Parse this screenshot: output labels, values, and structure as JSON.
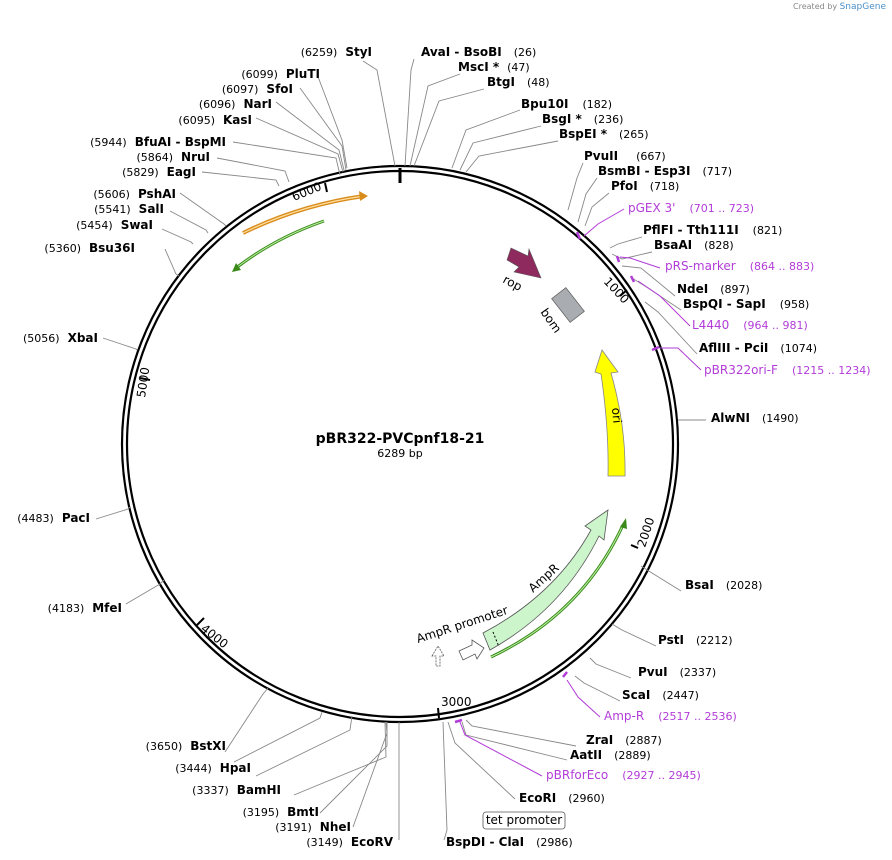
{
  "credit": {
    "prefix": "Created by",
    "brand": "SnapGene"
  },
  "plasmid": {
    "name": "pBR322-PVCpnf18-21",
    "length": "6289 bp"
  },
  "ticks": [
    "1000",
    "2000",
    "3000",
    "4000",
    "5000",
    "6000"
  ],
  "features": [
    {
      "name": "rop",
      "kind": "rop"
    },
    {
      "name": "bom",
      "kind": "bom"
    },
    {
      "name": "ori",
      "kind": "ori"
    },
    {
      "name": "AmpR",
      "kind": "ampr"
    },
    {
      "name": "AmpR promoter",
      "kind": "ampprom"
    },
    {
      "name": "tet promoter",
      "kind": "tetprom"
    }
  ],
  "sites": [
    {
      "label": "StyI",
      "pos": "(6259)"
    },
    {
      "label": "AvaI  - BsoBI",
      "pos": "(26)"
    },
    {
      "label": "MscI *",
      "pos": "(47)"
    },
    {
      "label": "BtgI",
      "pos": "(48)"
    },
    {
      "label": "Bpu10I",
      "pos": "(182)"
    },
    {
      "label": "BsgI *",
      "pos": "(236)"
    },
    {
      "label": "BspEI *",
      "pos": "(265)"
    },
    {
      "label": "PvuII",
      "pos": "(667)"
    },
    {
      "label": "BsmBI  - Esp3I",
      "pos": "(717)"
    },
    {
      "label": "PfoI",
      "pos": "(718)"
    },
    {
      "label": "PflFI  - Tth111I",
      "pos": "(821)"
    },
    {
      "label": "BsaAI",
      "pos": "(828)"
    },
    {
      "label": "NdeI",
      "pos": "(897)"
    },
    {
      "label": "BspQI  - SapI",
      "pos": "(958)"
    },
    {
      "label": "AflIII  - PciI",
      "pos": "(1074)"
    },
    {
      "label": "AlwNI",
      "pos": "(1490)"
    },
    {
      "label": "BsaI",
      "pos": "(2028)"
    },
    {
      "label": "PstI",
      "pos": "(2212)"
    },
    {
      "label": "PvuI",
      "pos": "(2337)"
    },
    {
      "label": "ScaI",
      "pos": "(2447)"
    },
    {
      "label": "ZraI",
      "pos": "(2887)"
    },
    {
      "label": "AatII",
      "pos": "(2889)"
    },
    {
      "label": "EcoRI",
      "pos": "(2960)"
    },
    {
      "label": "BspDI  - ClaI",
      "pos": "(2986)"
    },
    {
      "label": "EcoRV",
      "pos": "(3149)"
    },
    {
      "label": "NheI",
      "pos": "(3191)"
    },
    {
      "label": "BmtI",
      "pos": "(3195)"
    },
    {
      "label": "BamHI",
      "pos": "(3337)"
    },
    {
      "label": "HpaI",
      "pos": "(3444)"
    },
    {
      "label": "BstXI",
      "pos": "(3650)"
    },
    {
      "label": "MfeI",
      "pos": "(4183)"
    },
    {
      "label": "PacI",
      "pos": "(4483)"
    },
    {
      "label": "XbaI",
      "pos": "(5056)"
    },
    {
      "label": "Bsu36I",
      "pos": "(5360)"
    },
    {
      "label": "SwaI",
      "pos": "(5454)"
    },
    {
      "label": "SalI",
      "pos": "(5541)"
    },
    {
      "label": "PshAI",
      "pos": "(5606)"
    },
    {
      "label": "EagI",
      "pos": "(5829)"
    },
    {
      "label": "NruI",
      "pos": "(5864)"
    },
    {
      "label": "BfuAI  - BspMI",
      "pos": "(5944)"
    },
    {
      "label": "KasI",
      "pos": "(6095)"
    },
    {
      "label": "NarI",
      "pos": "(6096)"
    },
    {
      "label": "SfoI",
      "pos": "(6097)"
    },
    {
      "label": "PluTI",
      "pos": "(6099)"
    }
  ],
  "primers": [
    {
      "label": "pGEX 3'",
      "pos": "(701 .. 723)"
    },
    {
      "label": "pRS-marker",
      "pos": "(864 .. 883)"
    },
    {
      "label": "L4440",
      "pos": "(964 .. 981)"
    },
    {
      "label": "pBR322ori-F",
      "pos": "(1215 .. 1234)"
    },
    {
      "label": "Amp-R",
      "pos": "(2517 .. 2536)"
    },
    {
      "label": "pBRforEco",
      "pos": "(2927 .. 2945)"
    }
  ],
  "colors": {
    "rop": "#8e2a5e",
    "bom": "#a9adb1",
    "ori": "#ffff00",
    "ampr": "#ccf5cc",
    "primer": "#b23cd8",
    "orange_arrow": "#d98c1c",
    "green_arrow": "#3a8a1a",
    "backbone": "#000000"
  }
}
